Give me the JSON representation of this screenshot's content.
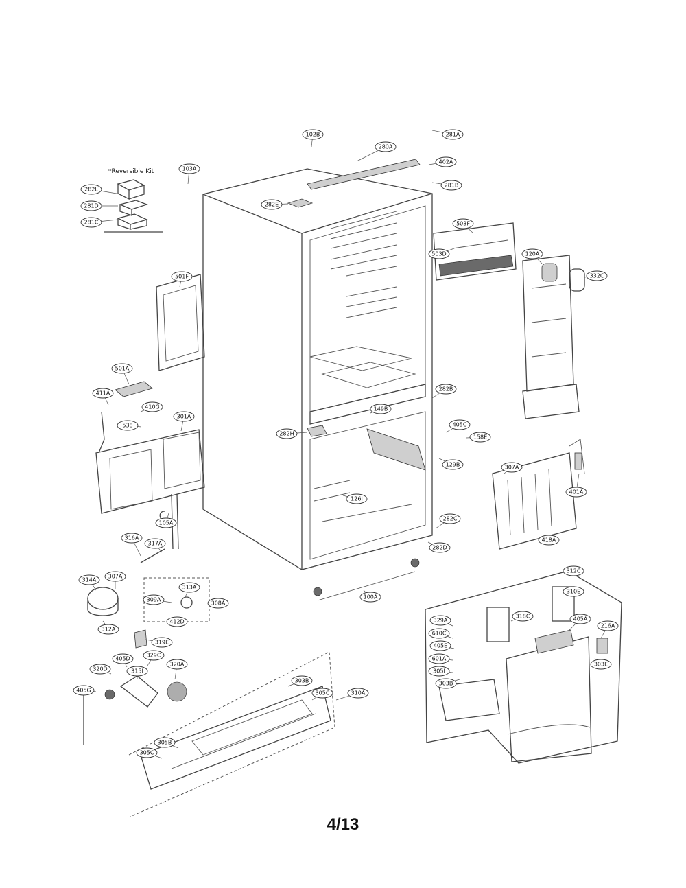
{
  "page": {
    "number": "4/13",
    "kit_label": "*Reversible Kit"
  },
  "callouts": [
    {
      "id": "102B"
    },
    {
      "id": "281A"
    },
    {
      "id": "280A"
    },
    {
      "id": "402A"
    },
    {
      "id": "103A"
    },
    {
      "id": "281B"
    },
    {
      "id": "282L"
    },
    {
      "id": "281D"
    },
    {
      "id": "281C"
    },
    {
      "id": "282E"
    },
    {
      "id": "503F"
    },
    {
      "id": "503D"
    },
    {
      "id": "120A"
    },
    {
      "id": "332C"
    },
    {
      "id": "501F"
    },
    {
      "id": "501A"
    },
    {
      "id": "411A"
    },
    {
      "id": "410G"
    },
    {
      "id": "538"
    },
    {
      "id": "301A"
    },
    {
      "id": "282B"
    },
    {
      "id": "149B"
    },
    {
      "id": "282H"
    },
    {
      "id": "405C"
    },
    {
      "id": "158E"
    },
    {
      "id": "129B"
    },
    {
      "id": "307A"
    },
    {
      "id": "401A"
    },
    {
      "id": "126I"
    },
    {
      "id": "105A"
    },
    {
      "id": "316A"
    },
    {
      "id": "317A"
    },
    {
      "id": "282C"
    },
    {
      "id": "282D"
    },
    {
      "id": "418A"
    },
    {
      "id": "314A"
    },
    {
      "id": "307A"
    },
    {
      "id": "313A"
    },
    {
      "id": "309A"
    },
    {
      "id": "308A"
    },
    {
      "id": "412D"
    },
    {
      "id": "312A"
    },
    {
      "id": "100A"
    },
    {
      "id": "312C"
    },
    {
      "id": "310E"
    },
    {
      "id": "318C"
    },
    {
      "id": "329A"
    },
    {
      "id": "405A"
    },
    {
      "id": "216A"
    },
    {
      "id": "610C"
    },
    {
      "id": "405E"
    },
    {
      "id": "601A"
    },
    {
      "id": "305I"
    },
    {
      "id": "303E"
    },
    {
      "id": "303B"
    },
    {
      "id": "319E"
    },
    {
      "id": "405D"
    },
    {
      "id": "329C"
    },
    {
      "id": "320A"
    },
    {
      "id": "320D"
    },
    {
      "id": "405G"
    },
    {
      "id": "315I"
    },
    {
      "id": "303B"
    },
    {
      "id": "305C"
    },
    {
      "id": "310A"
    },
    {
      "id": "305B"
    },
    {
      "id": "305C"
    }
  ]
}
